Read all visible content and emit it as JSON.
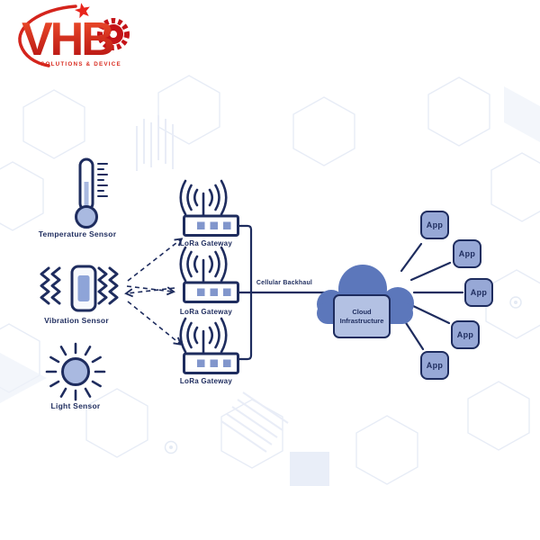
{
  "logo": {
    "brand": "VHB",
    "tagline": "SOLUTIONS & DEVICE",
    "star_color": "#e8251c",
    "red_dark": "#b00d10",
    "red_bright": "#f2512c"
  },
  "diagram": {
    "colors": {
      "navy": "#1e2c5e",
      "cloud_fill": "#5c77bb",
      "app_fill": "#97a8d6",
      "panel_fill": "#b3c1e3",
      "icon_fill": "#a9b9e0",
      "device_fill": "#8ea4d8",
      "router_led_fill": "#8196cc"
    },
    "sensors": [
      {
        "id": "temperature",
        "label": "Temperature Sensor"
      },
      {
        "id": "vibration",
        "label": "Vibration Sensor"
      },
      {
        "id": "light",
        "label": "Light Sensor"
      }
    ],
    "gateways": [
      {
        "label": "LoRa Gateway"
      },
      {
        "label": "LoRa Gateway"
      },
      {
        "label": "LoRa Gateway"
      }
    ],
    "backhaul_label": "Cellular Backhaul",
    "cloud_label": "Cloud Infrastructure",
    "apps": [
      {
        "label": "App"
      },
      {
        "label": "App"
      },
      {
        "label": "App"
      },
      {
        "label": "App"
      },
      {
        "label": "App"
      }
    ]
  }
}
